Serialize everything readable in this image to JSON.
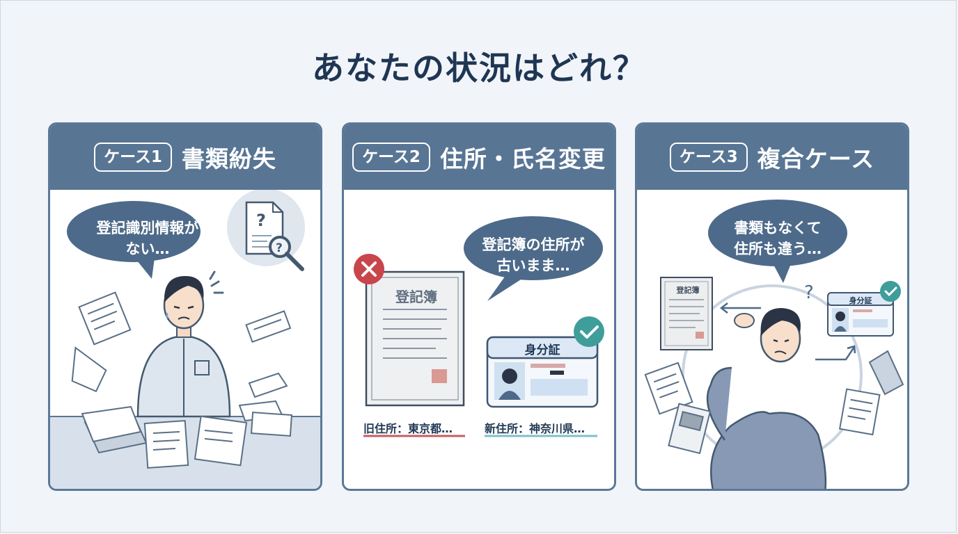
{
  "title": "あなたの状況はどれ？",
  "cases": [
    {
      "badge": "ケース1",
      "title": "書類紛失",
      "bubble_line1": "登記識別情報が",
      "bubble_line2": "ない…"
    },
    {
      "badge": "ケース2",
      "title": "住所・氏名変更",
      "bubble_line1": "登記簿の住所が",
      "bubble_line2": "古いまま…",
      "doc_label": "登記簿",
      "id_label": "身分証",
      "old_address": "旧住所：東京都…",
      "new_address": "新住所：神奈川県…"
    },
    {
      "badge": "ケース3",
      "title": "複合ケース",
      "bubble_line1": "書類もなくて",
      "bubble_line2": "住所も違う…",
      "doc_label": "登記簿",
      "id_label": "身分証"
    }
  ],
  "colors": {
    "navy": "#1f3653",
    "header": "#587594",
    "bubble": "#4d6a8a",
    "error": "#c8454b",
    "success": "#3f9d9a"
  }
}
